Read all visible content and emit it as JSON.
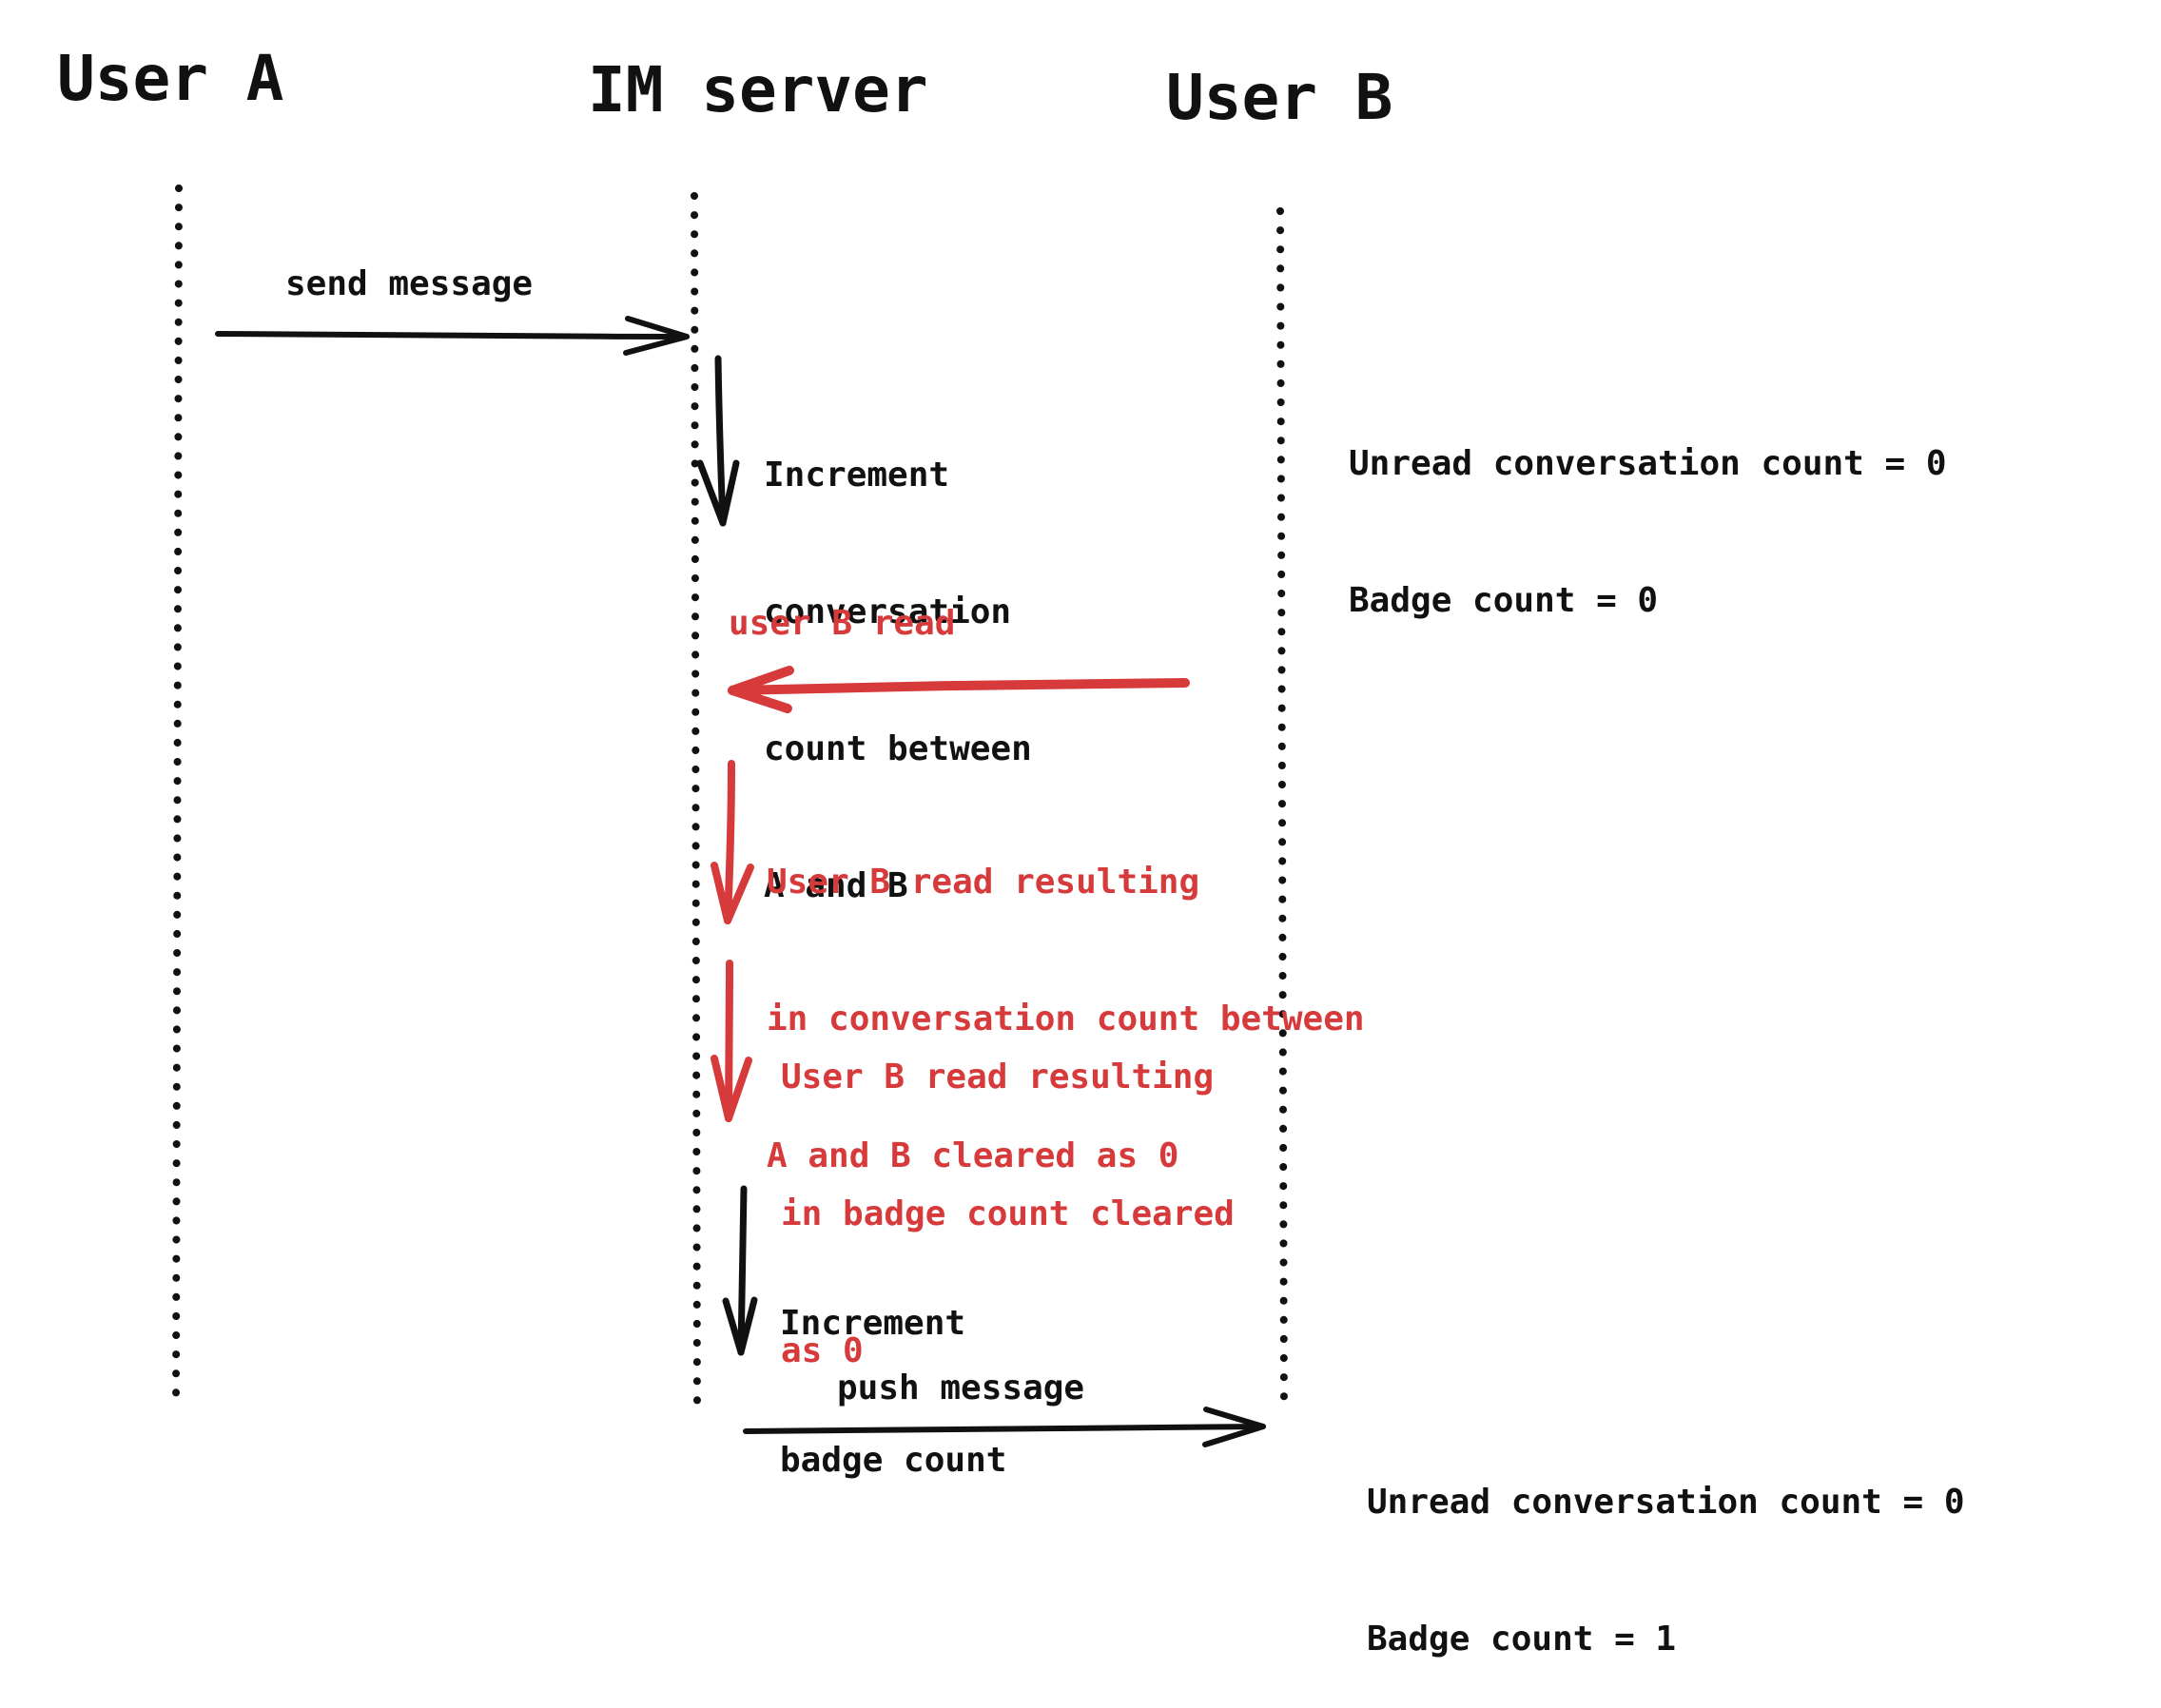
{
  "diagram": {
    "type": "sequence",
    "participants": [
      {
        "id": "user-a",
        "label": "User A"
      },
      {
        "id": "im-server",
        "label": "IM server"
      },
      {
        "id": "user-b",
        "label": "User B"
      }
    ],
    "messages": [
      {
        "id": "send-message",
        "from": "user-a",
        "to": "im-server",
        "label": "send message",
        "color": "#111111"
      },
      {
        "id": "increment-conversation",
        "from": "im-server",
        "to": "im-server",
        "lines": [
          "Increment",
          "conversation",
          "count between",
          "A and B"
        ],
        "color": "#111111"
      },
      {
        "id": "user-b-read",
        "from": "user-b",
        "to": "im-server",
        "label": "user B read",
        "color": "#d63a3a"
      },
      {
        "id": "clear-conversation",
        "from": "im-server",
        "to": "im-server",
        "lines": [
          "User B read resulting",
          "in conversation count between",
          "A and B cleared as 0"
        ],
        "color": "#d63a3a"
      },
      {
        "id": "clear-badge",
        "from": "im-server",
        "to": "im-server",
        "lines": [
          "User B read resulting",
          "in badge count cleared",
          "as 0"
        ],
        "color": "#d63a3a"
      },
      {
        "id": "increment-badge",
        "from": "im-server",
        "to": "im-server",
        "lines": [
          "Increment",
          "badge count"
        ],
        "color": "#111111"
      },
      {
        "id": "push-message",
        "from": "im-server",
        "to": "user-b",
        "label": "push message",
        "color": "#111111"
      }
    ],
    "notes": [
      {
        "id": "state-before",
        "lines": [
          "Unread conversation count = 0",
          "Badge count = 0"
        ]
      },
      {
        "id": "state-after",
        "lines": [
          "Unread conversation count = 0",
          "Badge count = 1"
        ]
      }
    ]
  },
  "colors": {
    "ink": "#111111",
    "accent": "#d63a3a",
    "background": "#ffffff"
  }
}
